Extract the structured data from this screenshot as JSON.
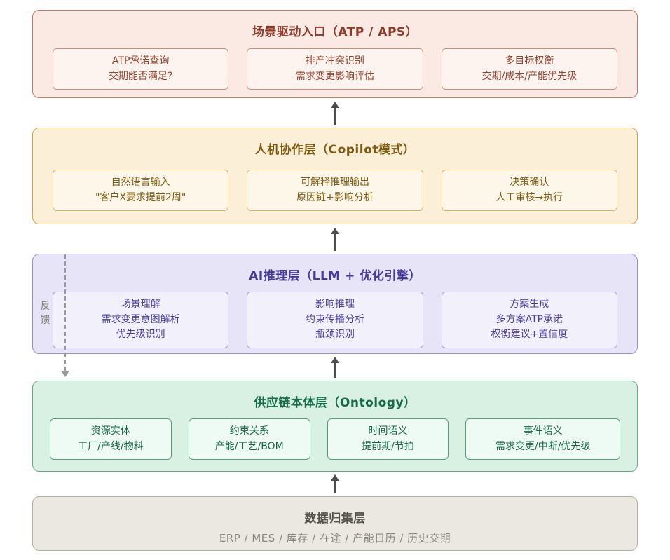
{
  "palette": {
    "arrow": "#4d4d4d",
    "feedback_dash": "#9a9a9a",
    "layer_scenario": {
      "bg": "#fbeae4",
      "border": "#c27b6d",
      "text": "#8c3b2a",
      "box_bg": "#fdf3ef",
      "box_border": "#cc8d7d"
    },
    "layer_copilot": {
      "bg": "#fcefd8",
      "border": "#cfa050",
      "text": "#7d5a10",
      "box_bg": "#fdf7e9",
      "box_border": "#d9b266"
    },
    "layer_ai": {
      "bg": "#e7e4f8",
      "border": "#9a8fc9",
      "text": "#473a99",
      "box_bg": "#f2f0fb",
      "box_border": "#a79ed8"
    },
    "layer_ontology": {
      "bg": "#d8f1e3",
      "border": "#63a888",
      "text": "#166b49",
      "box_bg": "#eefaf4",
      "box_border": "#57a07e"
    },
    "layer_data": {
      "bg": "#ebe8e1",
      "border": "#b3afa4",
      "text": "#55524a",
      "subtext": "#8b877d"
    }
  },
  "layers": [
    {
      "title": "场景驱动入口（ATP / APS）",
      "boxes": [
        {
          "lines": [
            "ATP承诺查询",
            "交期能否满足?"
          ]
        },
        {
          "lines": [
            "排产冲突识别",
            "需求变更影响评估"
          ]
        },
        {
          "lines": [
            "多目标权衡",
            "交期/成本/产能优先级"
          ]
        }
      ]
    },
    {
      "title": "人机协作层（Copilot模式）",
      "boxes": [
        {
          "lines": [
            "自然语言输入",
            "\"客户X要求提前2周\""
          ]
        },
        {
          "lines": [
            "可解释推理输出",
            "原因链+影响分析"
          ]
        },
        {
          "lines": [
            "决策确认",
            "人工审核→执行"
          ]
        }
      ]
    },
    {
      "title": "AI推理层（LLM + 优化引擎）",
      "boxes": [
        {
          "lines": [
            "场景理解",
            "需求变更意图解析",
            "优先级识别"
          ]
        },
        {
          "lines": [
            "影响推理",
            "约束传播分析",
            "瓶颈识别"
          ]
        },
        {
          "lines": [
            "方案生成",
            "多方案ATP承诺",
            "权衡建议+置信度"
          ]
        }
      ]
    },
    {
      "title": "供应链本体层（Ontology）",
      "boxes": [
        {
          "lines": [
            "资源实体",
            "工厂/产线/物料"
          ]
        },
        {
          "lines": [
            "约束关系",
            "产能/工艺/BOM"
          ]
        },
        {
          "lines": [
            "时间语义",
            "提前期/节拍"
          ]
        },
        {
          "lines": [
            "事件语义",
            "需求变更/中断/优先级"
          ]
        }
      ]
    },
    {
      "title": "数据归集层",
      "subtitle": "ERP / MES / 库存 / 在途 / 产能日历 / 历史交期"
    }
  ],
  "feedback": {
    "label": "反馈"
  }
}
